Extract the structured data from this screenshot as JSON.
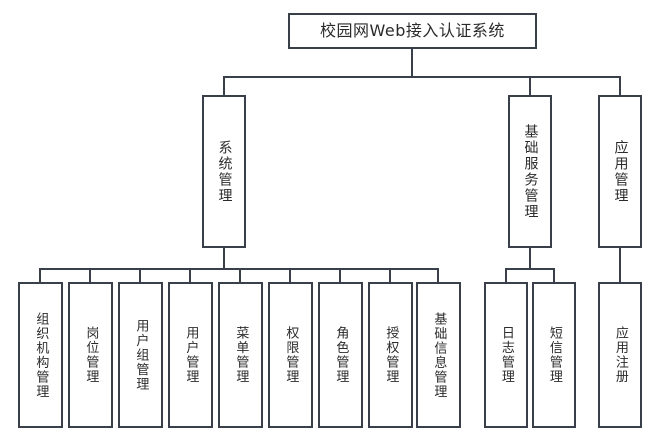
{
  "diagram": {
    "type": "org-chart",
    "title": "校园网Web接入认证系统",
    "orientation": "top-down",
    "colors": {
      "line": "#3a4049",
      "box_fill": "#ffffff",
      "text": "#2b2b2b"
    },
    "root": {
      "label": "校园网Web接入认证系统",
      "name": "root-node"
    },
    "level2": [
      {
        "label": "系统管理",
        "name": "node-system-management"
      },
      {
        "label": "基础服务管理",
        "name": "node-basic-service-management"
      },
      {
        "label": "应用管理",
        "name": "node-application-management"
      }
    ],
    "level3_system": [
      {
        "label": "组织机构管理",
        "name": "node-org-structure-management"
      },
      {
        "label": "岗位管理",
        "name": "node-position-management"
      },
      {
        "label": "用户组管理",
        "name": "node-user-group-management"
      },
      {
        "label": "用户管理",
        "name": "node-user-management"
      },
      {
        "label": "菜单管理",
        "name": "node-menu-management"
      },
      {
        "label": "权限管理",
        "name": "node-permission-management"
      },
      {
        "label": "角色管理",
        "name": "node-role-management"
      },
      {
        "label": "授权管理",
        "name": "node-authorization-management"
      },
      {
        "label": "基础信息管理",
        "name": "node-basic-info-management"
      }
    ],
    "level3_basic_service": [
      {
        "label": "日志管理",
        "name": "node-log-management"
      },
      {
        "label": "短信管理",
        "name": "node-sms-management"
      }
    ],
    "level3_application": [
      {
        "label": "应用注册",
        "name": "node-application-registration"
      }
    ]
  }
}
